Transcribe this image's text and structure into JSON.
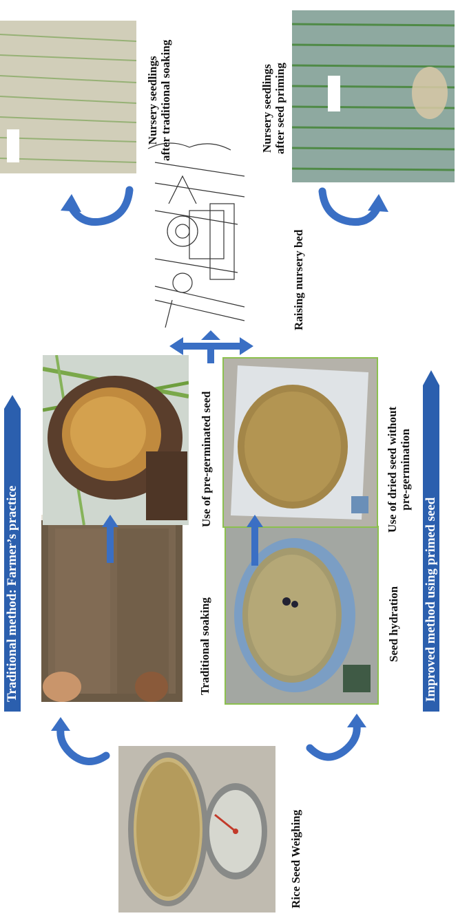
{
  "banners": {
    "traditional": "Traditional method: Farmer’s practice",
    "improved": "Improved method using primed seed"
  },
  "labels": {
    "rice_seed_weighing": "Rice Seed Weighing",
    "traditional_soaking": "Traditional soaking",
    "seed_hydration": "Seed hydration",
    "pre_germinated": "Use of pre-germinated seed",
    "dried_seed_line1": "Use of dried seed without",
    "dried_seed_line2": "pre-germination",
    "raising_nursery_bed": "Raising nursery bed",
    "seedlings_traditional_line1": "Nursery seedlings",
    "seedlings_traditional_line2": "after traditional soaking",
    "seedlings_primed_line1": "Nursery seedlings",
    "seedlings_primed_line2": "after seed priming"
  },
  "colors": {
    "arrow_blue": "#3a6fc4",
    "banner_blue": "#2b5fae",
    "frame_green": "#8cc04e"
  }
}
